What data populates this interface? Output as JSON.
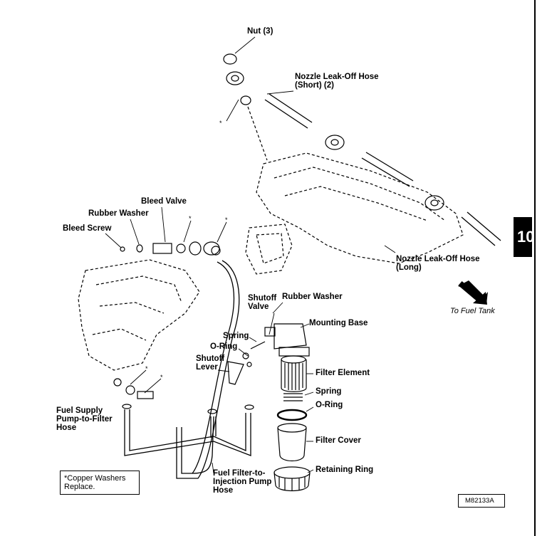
{
  "diagram": {
    "page_number": "10",
    "figure_code": "M82133A",
    "note": "*Copper Washers\nReplace.",
    "asterisk": "*",
    "direction_label": "To Fuel Tank",
    "labels": {
      "nut": "Nut (3)",
      "nozzle_short_1": "Nozzle Leak-Off Hose",
      "nozzle_short_2": "(Short) (2)",
      "bleed_valve": "Bleed Valve",
      "rubber_washer_top": "Rubber Washer",
      "bleed_screw": "Bleed Screw",
      "nozzle_long_1": "Nozzle Leak-Off Hose",
      "nozzle_long_2": "(Long)",
      "shutoff_valve_1": "Shutoff",
      "shutoff_valve_2": "Valve",
      "rubber_washer_right": "Rubber Washer",
      "mounting_base": "Mounting Base",
      "spring_upper": "Spring",
      "o_ring_upper": "O-Ring",
      "shutoff_lever_1": "Shutoff",
      "shutoff_lever_2": "Lever",
      "filter_element": "Filter Element",
      "spring_lower": "Spring",
      "o_ring_lower": "O-Ring",
      "fuel_supply_1": "Fuel Supply",
      "fuel_supply_2": "Pump-to-Filter",
      "fuel_supply_3": "Hose",
      "filter_cover": "Filter Cover",
      "retaining_ring": "Retaining Ring",
      "fuel_filter_1": "Fuel Filter-to-",
      "fuel_filter_2": "Injection Pump",
      "fuel_filter_3": "Hose"
    }
  }
}
